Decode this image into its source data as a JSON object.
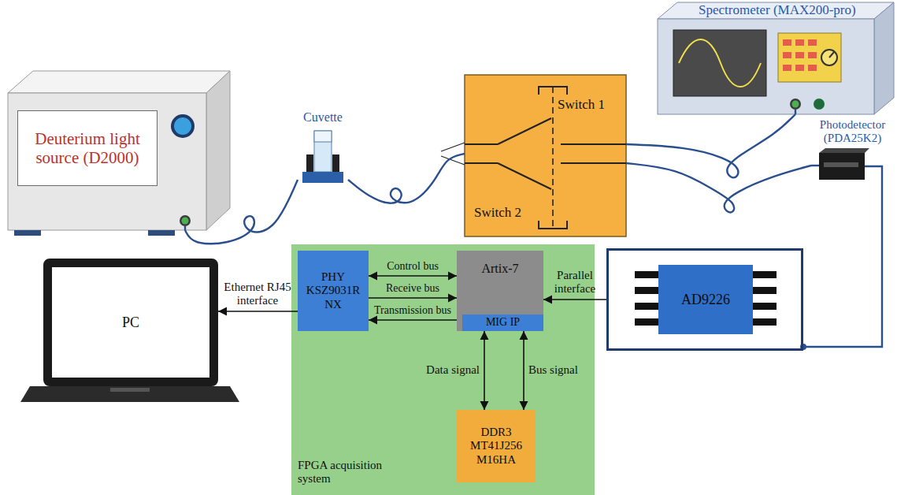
{
  "diagram": {
    "nodes": [
      {
        "text": [
          "Deuterium light source (D2000)"
        ]
      },
      {
        "text": [
          "Cuvette"
        ]
      },
      {
        "text": [
          "Switch 1",
          "Switch 2"
        ]
      },
      {
        "text": [
          "Spectrometer (MAX200-pro)"
        ]
      },
      {
        "text": [
          "Photodetector (PDA25K2)"
        ]
      },
      {
        "text": [
          "PC"
        ]
      },
      {
        "text": [
          "FPGA acquisition system"
        ]
      },
      {
        "text": [
          "PHY KSZ9031R NX"
        ],
        "in": 6
      },
      {
        "text": [
          "Artix-7"
        ],
        "in": 6
      },
      {
        "text": [
          "MIG IP"
        ],
        "in": 8
      },
      {
        "text": [
          "DDR3 MT41J256 M16HA"
        ],
        "in": 6
      },
      {
        "text": [
          "AD9226"
        ]
      }
    ],
    "edges": [
      {
        "from": 0,
        "to": 1,
        "arrow": "none"
      },
      {
        "from": 1,
        "to": 2,
        "arrow": "none"
      },
      {
        "from": 2,
        "to": 3,
        "arrow": "none"
      },
      {
        "from": 2,
        "to": 4,
        "arrow": "none"
      },
      {
        "from": 4,
        "to": 11,
        "arrow": "none"
      },
      {
        "from": 11,
        "to": 8,
        "label": "Parallel interface",
        "arrow": "to"
      },
      {
        "from": 7,
        "to": 8,
        "label": "Control bus",
        "arrow": "both"
      },
      {
        "from": 7,
        "to": 8,
        "label": "Receive bus",
        "arrow": "to"
      },
      {
        "from": 8,
        "to": 7,
        "label": "Transmission bus",
        "arrow": "to"
      },
      {
        "from": 7,
        "to": 5,
        "label": "Ethernet RJ45 interface",
        "arrow": "to"
      },
      {
        "from": 9,
        "to": 10,
        "label": "Data signal",
        "arrow": "both"
      },
      {
        "from": 9,
        "to": 10,
        "label": "Bus signal",
        "arrow": "both"
      }
    ]
  }
}
